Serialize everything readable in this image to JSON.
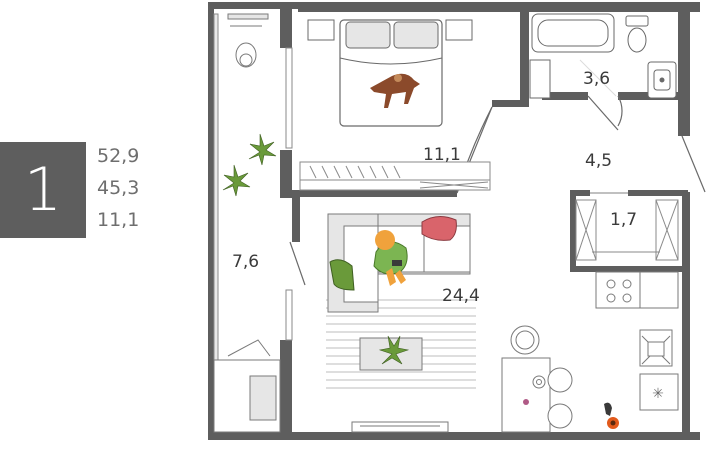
{
  "apartment": {
    "rooms_count": "1",
    "total_area": "52,9",
    "living_area": "45,3",
    "kitchen_area": "11,1"
  },
  "rooms": {
    "bedroom": "11,1",
    "bathroom": "3,6",
    "hallway": "4,5",
    "wc": "1,7",
    "balcony": "7,6",
    "living_kitchen": "24,4"
  },
  "colors": {
    "wall": "#5e5e5e",
    "furniture_line": "#8a8a8a",
    "furniture_fill": "#e6e6e6",
    "plant": "#6a9a3a",
    "pillow": "#d9646b",
    "dog": "#8b4a2b",
    "person_hair": "#f0a23c"
  }
}
